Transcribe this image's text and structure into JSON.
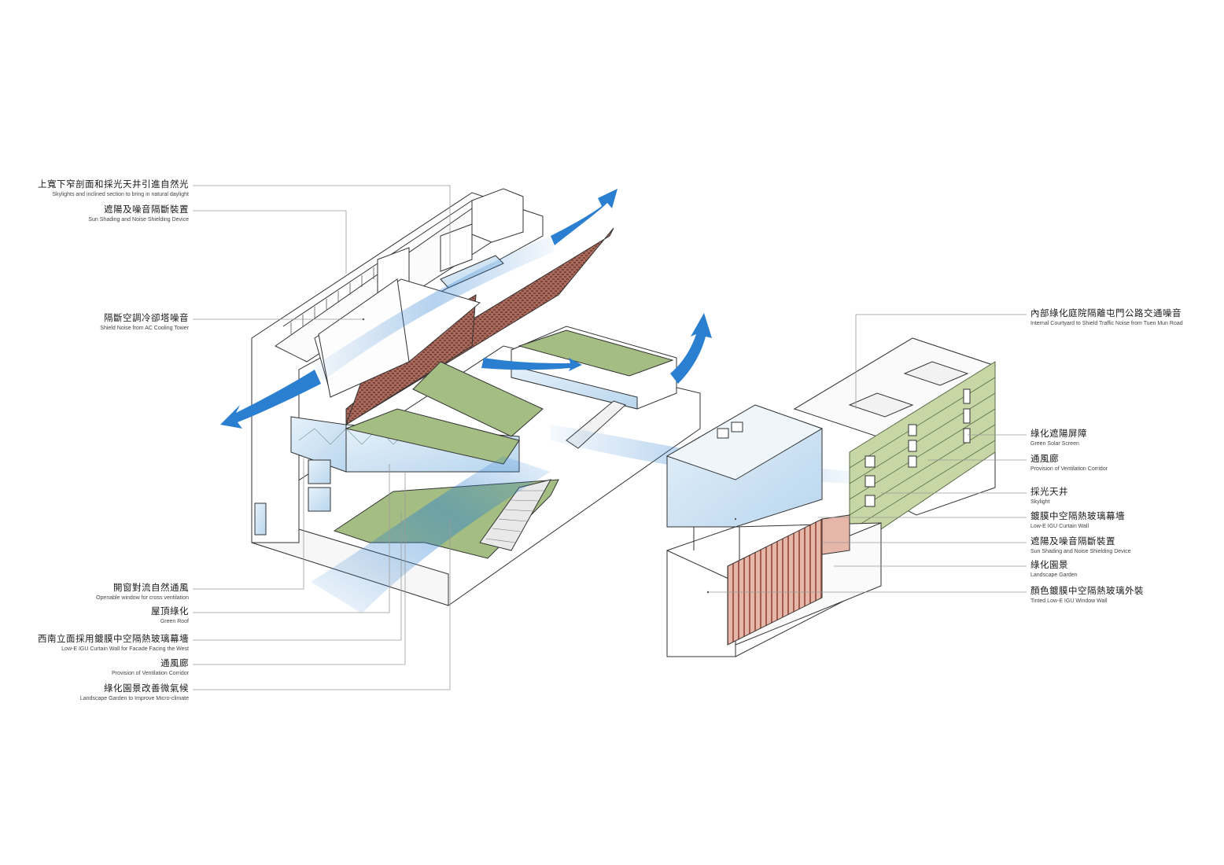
{
  "left_labels": [
    {
      "zh": "上寬下窄剖面和採光天井引進自然光",
      "en": "Skylights and inclined section to bring in natural daylight"
    },
    {
      "zh": "遮陽及噪音隔斷裝置",
      "en": "Sun Shading and Noise Shielding Device"
    },
    {
      "zh": "隔斷空調冷卻塔噪音",
      "en": "Shield Noise from AC Cooling Tower"
    },
    {
      "zh": "開窗對流自然通風",
      "en": "Openable window for cross ventilation"
    },
    {
      "zh": "屋頂綠化",
      "en": "Green Roof"
    },
    {
      "zh": "西南立面採用鍍膜中空隔熱玻璃幕墻",
      "en": "Low-E IGU Curtain Wall for Facade Facing the West"
    },
    {
      "zh": "通風廊",
      "en": "Provision of Ventilation Corridor"
    },
    {
      "zh": "綠化園景改善微氣候",
      "en": "Landscape Garden to Improve Micro-climate"
    }
  ],
  "right_labels": [
    {
      "zh": "內部綠化庭院隔離屯門公路交通噪音",
      "en": "Internal Courtyard to Shield Traffic Noise from Tuen Mun Road"
    },
    {
      "zh": "綠化遮陽屏障",
      "en": "Green Solar Screen"
    },
    {
      "zh": "通風廊",
      "en": "Provision of Ventilation Corridor"
    },
    {
      "zh": "採光天井",
      "en": "Skylight"
    },
    {
      "zh": "鍍膜中空隔熱玻璃幕墻",
      "en": "Low-E IGU Curtain Wall"
    },
    {
      "zh": "遮陽及噪音隔斷裝置",
      "en": "Sun Shading and Noise Shielding Device"
    },
    {
      "zh": "綠化園景",
      "en": "Landscape Garden"
    },
    {
      "zh": "顏色鍍膜中空隔熱玻璃外裝",
      "en": "Tinted Low-E IGU Window Wall"
    }
  ],
  "colors": {
    "green_roof": "#a3bd82",
    "green_light": "#c6d6a4",
    "brick": "#9a5a4e",
    "glass": "#cfe3f3",
    "airflow": "#2b7fd1",
    "leader": "#9a9a9a",
    "outline": "#333333"
  }
}
